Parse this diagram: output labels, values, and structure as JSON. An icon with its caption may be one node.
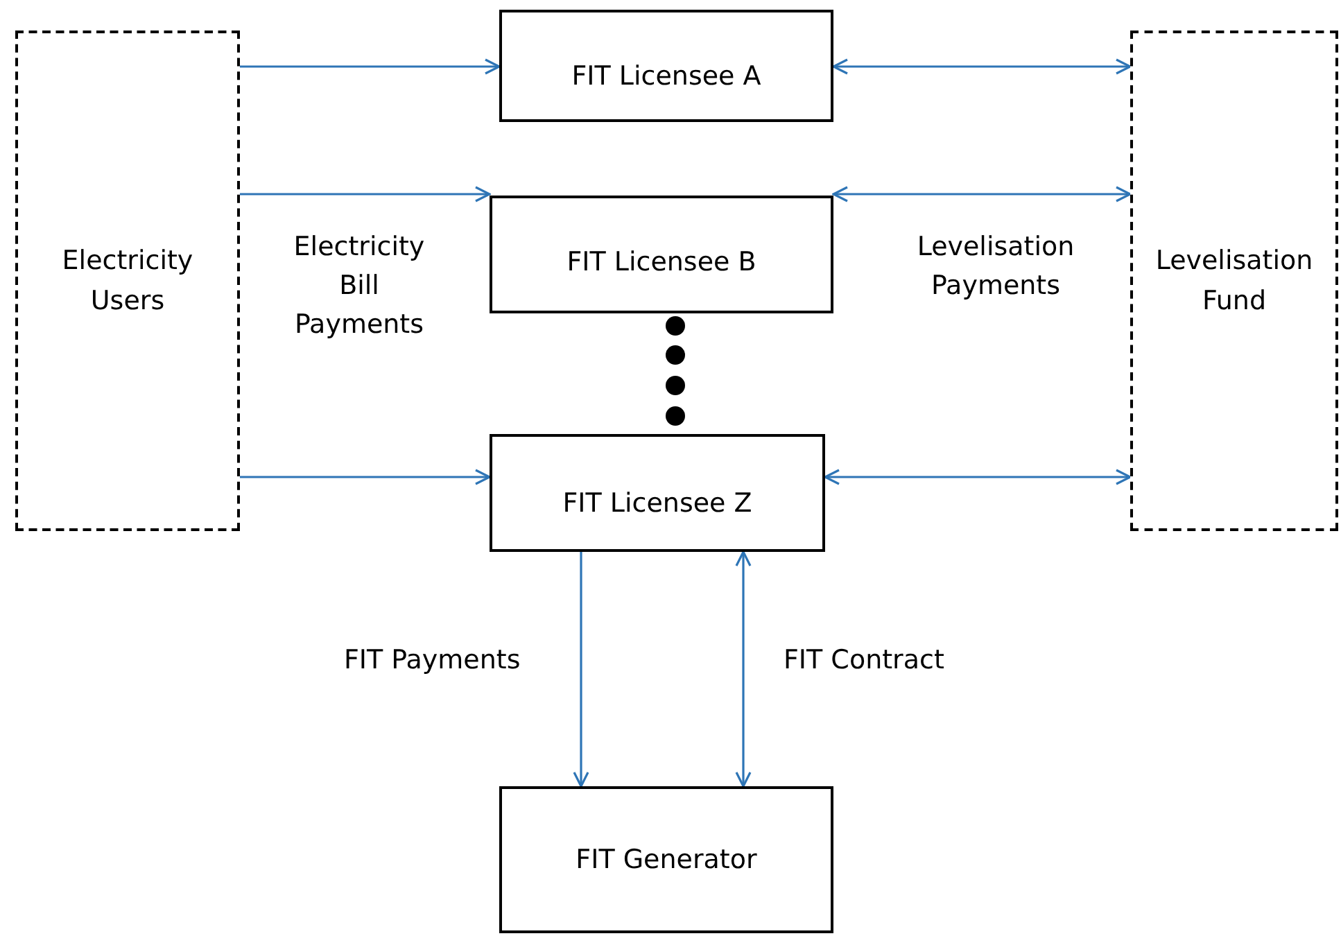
{
  "diagram": {
    "nodes": [
      {
        "text": [
          "Electricity Users"
        ]
      },
      {
        "text": [
          "FIT Licensee A"
        ]
      },
      {
        "text": [
          "FIT Licensee B"
        ]
      },
      {
        "text": [
          "FIT Licensee Z"
        ]
      },
      {
        "text": [
          "FIT Generator"
        ]
      },
      {
        "text": [
          "Levelisation Fund"
        ]
      }
    ],
    "edges": [
      {
        "from": 0,
        "to": 1,
        "arrow": "to"
      },
      {
        "from": 0,
        "to": 2,
        "arrow": "to"
      },
      {
        "from": 0,
        "to": 3,
        "arrow": "to"
      },
      {
        "from": 1,
        "to": 5,
        "arrow": "both"
      },
      {
        "from": 2,
        "to": 5,
        "arrow": "both"
      },
      {
        "from": 3,
        "to": 5,
        "arrow": "both"
      },
      {
        "from": 3,
        "to": 4,
        "arrow": "to",
        "label": "FIT Payments"
      },
      {
        "from": 3,
        "to": 4,
        "arrow": "both",
        "label": "FIT Contract"
      }
    ],
    "labels": [
      "Electricity Bill Payments",
      "Levelisation Payments"
    ]
  }
}
